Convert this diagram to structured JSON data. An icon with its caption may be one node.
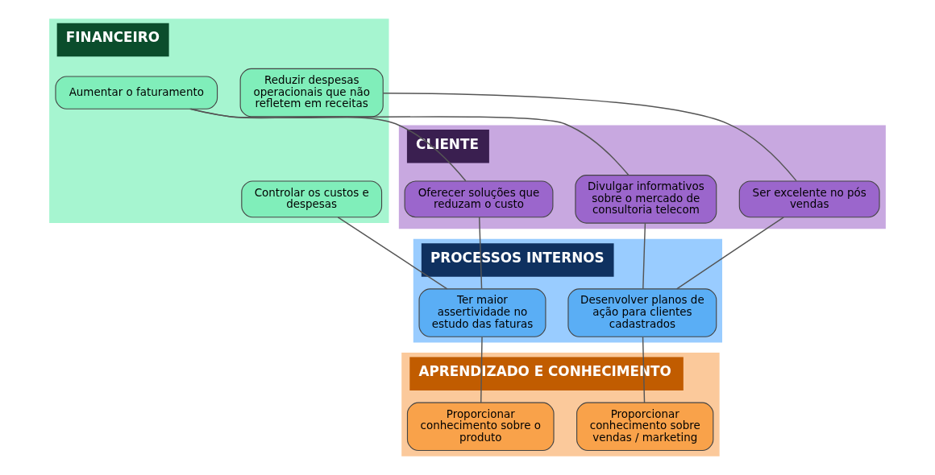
{
  "diagram": {
    "nodes": [
      {
        "text": [
          "FINANCEIRO"
        ]
      },
      {
        "text": [
          "Controlar os custos e despesas"
        ],
        "in": 0
      },
      {
        "text": [
          "Reduzir despesas operacionais que não refletem em receitas"
        ],
        "in": 0
      },
      {
        "text": [
          "Aumentar o faturamento"
        ],
        "in": 0
      },
      {
        "text": [
          "CLIENTE"
        ]
      },
      {
        "text": [
          "Oferecer soluções que reduzam o custo"
        ],
        "in": 4
      },
      {
        "text": [
          "Ser excelente no pós vendas"
        ],
        "in": 4
      },
      {
        "text": [
          "Divulgar informativos sobre o mercado de consultoria telecom"
        ],
        "in": 4
      },
      {
        "text": [
          "PROCESSOS INTERNOS"
        ]
      },
      {
        "text": [
          "Ter maior assertividade no estudo das faturas"
        ],
        "in": 8
      },
      {
        "text": [
          "Desenvolver planos de ação para clientes cadastrados"
        ],
        "in": 8
      },
      {
        "text": [
          "APRENDIZADO E CONHECIMENTO"
        ]
      },
      {
        "text": [
          "Proporcionar conhecimento sobre o produto"
        ],
        "in": 11
      },
      {
        "text": [
          "Proporcionar conhecimento sobre vendas / marketing"
        ],
        "in": 11
      }
    ],
    "edges": [
      {
        "from": 1,
        "to": 9,
        "arrow": "none"
      },
      {
        "from": 2,
        "to": 6,
        "arrow": "none"
      },
      {
        "from": 3,
        "to": 5,
        "arrow": "none"
      },
      {
        "from": 3,
        "to": 7,
        "arrow": "none"
      },
      {
        "from": 5,
        "to": 9,
        "arrow": "none"
      },
      {
        "from": 6,
        "to": 10,
        "arrow": "none"
      },
      {
        "from": 7,
        "to": 10,
        "arrow": "none"
      },
      {
        "from": 9,
        "to": 12,
        "arrow": "none"
      },
      {
        "from": 10,
        "to": 13,
        "arrow": "none"
      }
    ]
  }
}
